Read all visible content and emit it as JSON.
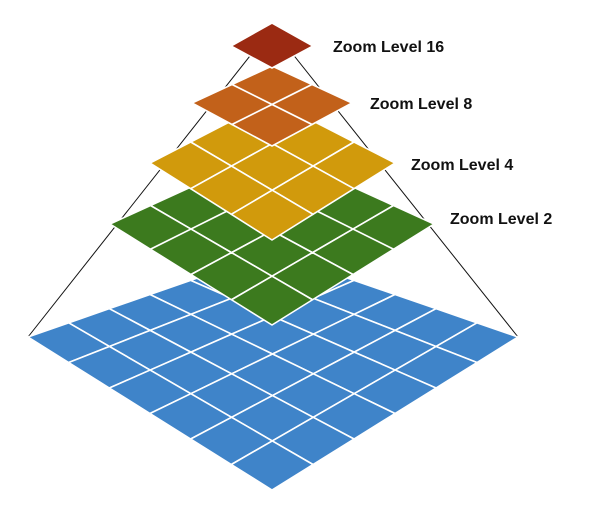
{
  "levels": [
    {
      "label": "Zoom Level 16",
      "grid": 1,
      "color": "#9b2a12"
    },
    {
      "label": "Zoom Level 8",
      "grid": 2,
      "color": "#c2611a"
    },
    {
      "label": "Zoom Level 4",
      "grid": 3,
      "color": "#d19a0c"
    },
    {
      "label": "Zoom Level 2",
      "grid": 4,
      "color": "#3c7a1e"
    }
  ],
  "base": {
    "grid": 6,
    "color": "#3f84c9"
  },
  "tile_line_color": "#ffffff",
  "pyramid_edge_color": "#111111"
}
